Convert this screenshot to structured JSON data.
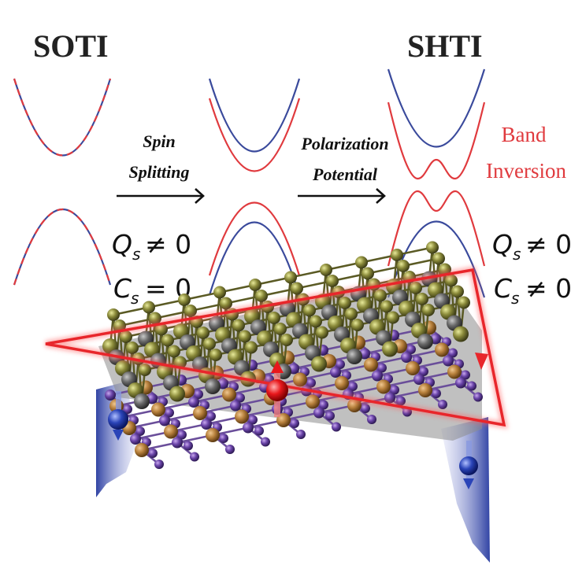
{
  "top": {
    "soti_label": "SOTI",
    "shti_label": "SHTI",
    "arrow1": {
      "line1": "Spin",
      "line2": "Splitting"
    },
    "arrow2": {
      "line1": "Polarization",
      "line2": "Potential"
    },
    "band_inversion": {
      "line1": "Band",
      "line2": "Inversion"
    },
    "soti_invariants": {
      "q": "Q",
      "q_sub": "s",
      "q_rel": "≠ 0",
      "c": "C",
      "c_sub": "s",
      "c_rel": "= 0"
    },
    "shti_invariants": {
      "q": "Q",
      "q_sub": "s",
      "q_rel": "≠ 0",
      "c": "C",
      "c_sub": "s",
      "c_rel": "≠ 0"
    }
  },
  "colors": {
    "spin_up": "#e03a3e",
    "spin_down": "#3a4a9c",
    "edge_loop": "#e8262b",
    "slab": "#9a9a9a"
  }
}
